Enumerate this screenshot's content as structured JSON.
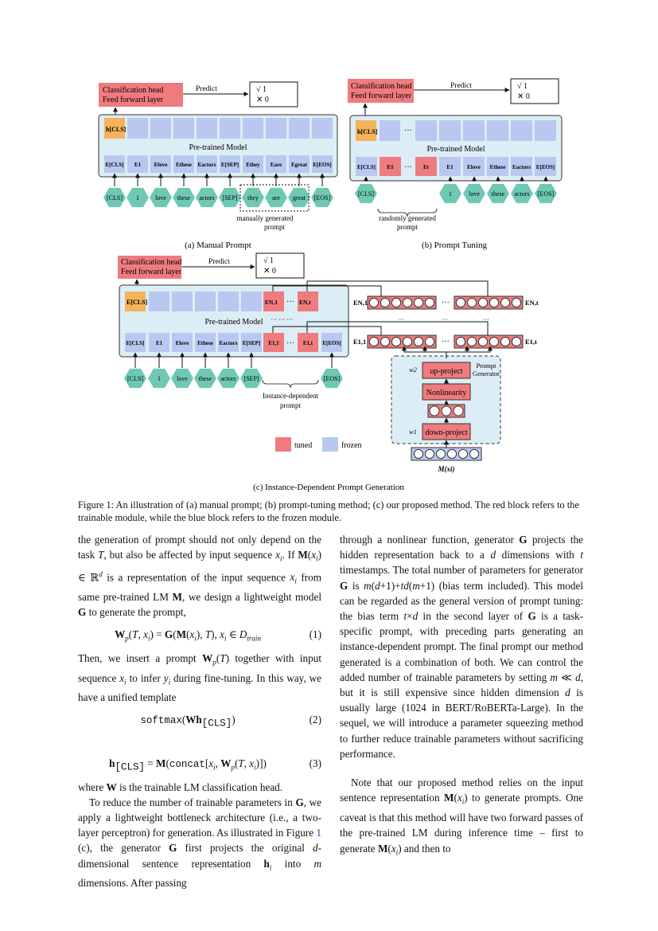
{
  "figure": {
    "panel_a": {
      "head_line1": "Classification head",
      "head_line2": "Feed forward layer",
      "predict": "Predict",
      "out_yes": "√ 1",
      "out_no": "✕ 0",
      "model_label": "Pre-trained Model",
      "h_cls": "h[CLS]",
      "embeds": [
        "E[CLS]",
        "E1",
        "Elove",
        "Ethese",
        "Eactors",
        "E[SEP]",
        "Ethey",
        "Eare",
        "Egreat",
        "E[EOS]"
      ],
      "tokens": [
        "[CLS]",
        "1",
        "love",
        "these",
        "actors",
        "[SEP]",
        "they",
        "are",
        "great",
        "[EOS]"
      ],
      "note_line1": "manually generated",
      "note_line2": "prompt",
      "caption": "(a) Manual Prompt"
    },
    "panel_b": {
      "head_line1": "Classification head",
      "head_line2": "Feed forward layer",
      "predict": "Predict",
      "out_yes": "√ 1",
      "out_no": "✕ 0",
      "model_label": "Pre-trained Model",
      "h_cls": "h[CLS]",
      "embeds": [
        "E[CLS]",
        "E1",
        "Et",
        "E1",
        "Elove",
        "Ethese",
        "Eactors",
        "E[EOS]"
      ],
      "tokens": [
        "[CLS]",
        "1",
        "love",
        "these",
        "actors",
        "[EOS]"
      ],
      "ellipsis": "···",
      "note_line1": "randomly generated",
      "note_line2": "prompt",
      "caption": "(b) Prompt Tuning"
    },
    "panel_c": {
      "head_line1": "Classification head",
      "head_line2": "Feed forward layer",
      "predict": "Predict",
      "out_yes": "√ 1",
      "out_no": "✕ 0",
      "model_label": "Pre-trained Model",
      "h_cls": "E[CLS]",
      "top_embeds": [
        "EN,1",
        "EN,t"
      ],
      "embeds": [
        "E[CLS]",
        "E1",
        "Elove",
        "Ethese",
        "Eactors",
        "E[SEP]",
        "E1,1",
        "E1,t",
        "E[EOS]"
      ],
      "tokens": [
        "[CLS]",
        "1",
        "love",
        "these",
        "actors",
        "[SEP]",
        "[EOS]"
      ],
      "note_line1": "Instance-dependent",
      "note_line2": "prompt",
      "gen_labels": {
        "en1": "EN,1",
        "ent": "EN,t",
        "e11": "E1,1",
        "e1t": "E1,t",
        "up": "up-project",
        "nonlin": "Nonlinearity",
        "down": "down-project",
        "w2": "w2",
        "w1": "w1",
        "prompt_gen_1": "Prompt",
        "prompt_gen_2": "Generator",
        "mx": "M(xi)"
      },
      "legend_tuned": "tuned",
      "legend_frozen": "frozen",
      "caption": "(c) Instance-Dependent Prompt Generation"
    },
    "colors": {
      "tuned": "#f07b7e",
      "frozen": "#b8c8f0",
      "token": "#6fc8b4",
      "cls": "#f5b35a",
      "model_bg": "#dcedf5"
    }
  },
  "figure_caption": "Figure 1: An illustration of (a) manual prompt; (b) prompt-tuning method; (c) our proposed method. The red block refers to the trainable module, while the blue block refers to the frozen module.",
  "left_column": {
    "p1": "the generation of prompt should not only depend on the task T, but also be affected by input sequence xi. If M(xi) ∈ ℝd is a representation of the input sequence xi from same pre-trained LM M, we design a lightweight model G to generate the prompt,",
    "eq1": "Wp(T, xi) = G(M(xi), T), xi ∈ Dtrain",
    "eq1_num": "(1)",
    "p2": "Then, we insert a prompt Wp(T) together with input sequence xi to infer yi during fine-tuning. In this way, we have a unified template",
    "eq2": "softmax(Wh[CLS])",
    "eq2_num": "(2)",
    "eq3": "h[CLS] = M(concat[xi, Wp(T, xi)])",
    "eq3_num": "(3)",
    "p3": "where W is the trainable LM classification head.",
    "p4": "To reduce the number of trainable parameters in G, we apply a lightweight bottleneck architecture (i.e., a two-layer perceptron) for generation. As illustrated in Figure 1 (c), the generator G first projects the original d-dimensional sentence representation hi into m dimensions. After passing"
  },
  "right_column": {
    "p1": "through a nonlinear function, generator G projects the hidden representation back to a d dimensions with t timestamps. The total number of parameters for generator G is m(d+1)+td(m+1) (bias term included). This model can be regarded as the general version of prompt tuning: the bias term t×d in the second layer of G is a task-specific prompt, with preceding parts generating an instance-dependent prompt. The final prompt our method generated is a combination of both. We can control the added number of trainable parameters by setting m ≪ d, but it is still expensive since hidden dimension d is usually large (1024 in BERT/RoBERTa-Large). In the sequel, we will introduce a parameter squeezing method to further reduce trainable parameters without sacrificing performance.",
    "p2": "Note that our proposed method relies on the input sentence representation M(xi) to generate prompts. One caveat is that this method will have two forward passes of the pre-trained LM during inference time – first to generate M(xi) and then to"
  }
}
